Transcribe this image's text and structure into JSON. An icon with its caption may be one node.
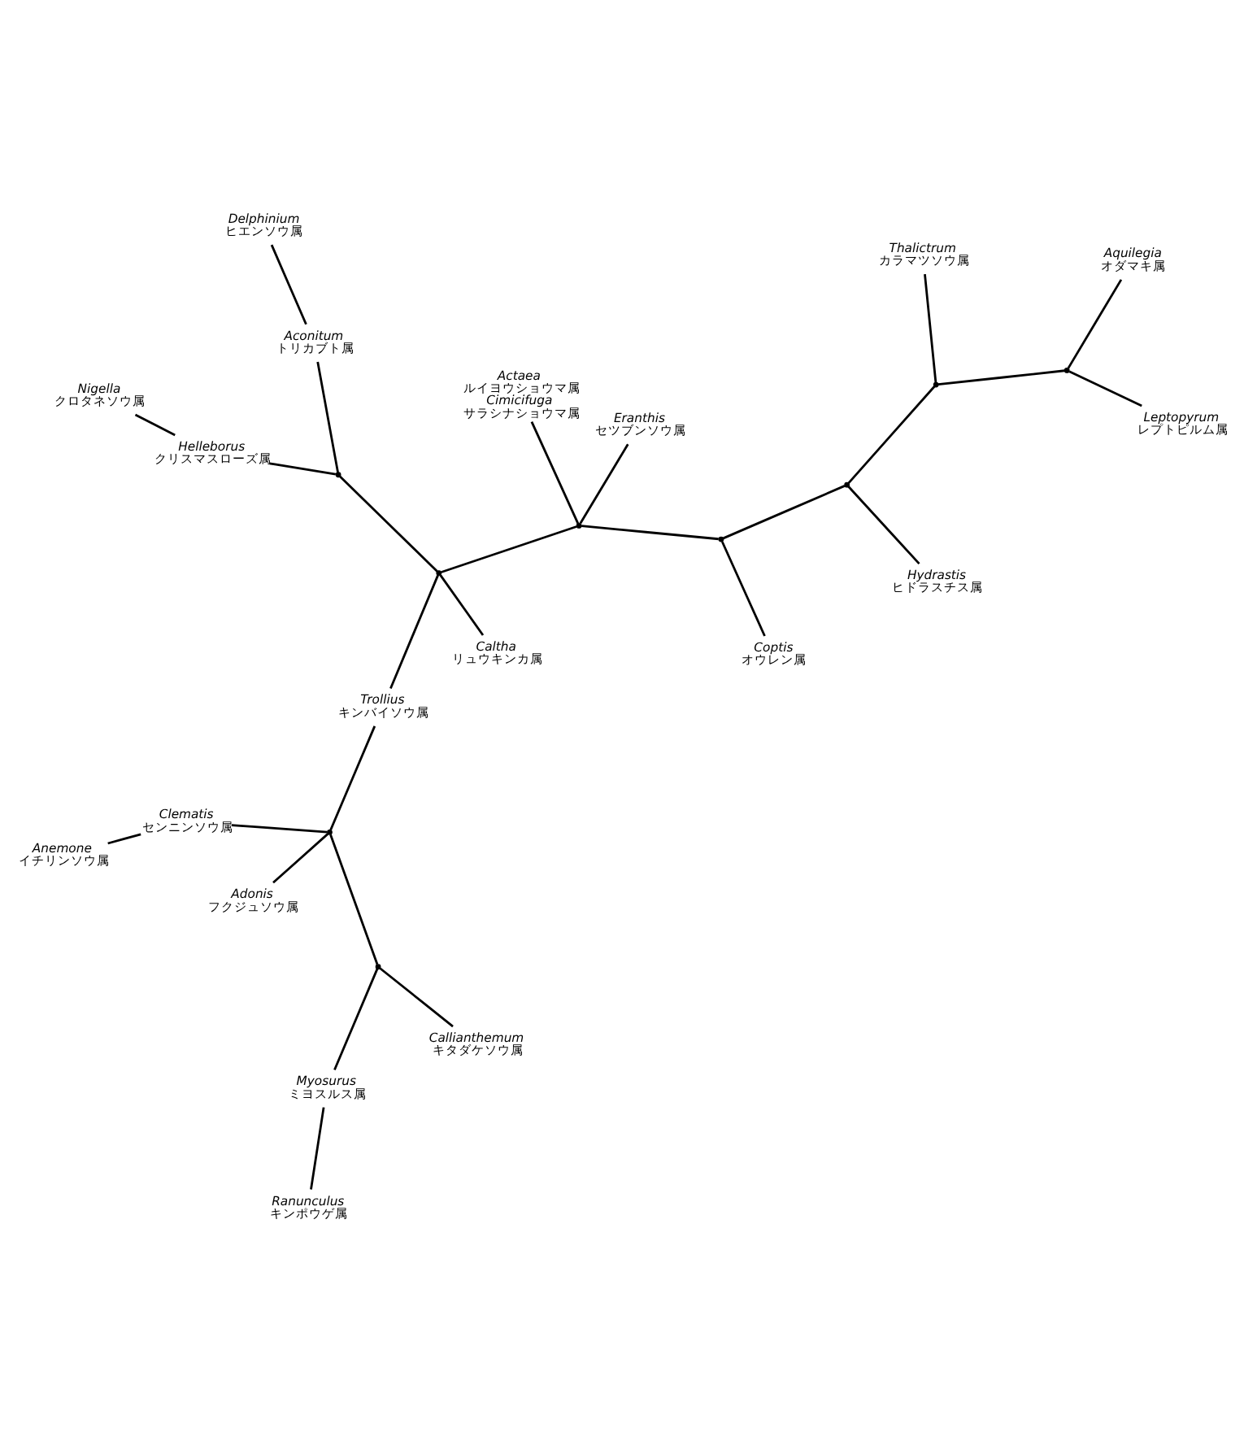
{
  "diagram": {
    "nodes": [
      {
        "text": [
          "Anemone",
          "イチリンソウ属"
        ]
      },
      {
        "text": [
          "Eranthis",
          "セツブンソウ属"
        ]
      },
      {
        "text": [
          "Hydrastis",
          "ヒドラスチス属"
        ]
      },
      {
        "text": [
          "Thalictrum",
          "カラマツソウ属"
        ]
      },
      {
        "text": [
          "Caltha",
          "リュウキンカ属"
        ]
      },
      {
        "text": [
          "Aquilegia",
          "オダマキ属"
        ]
      },
      {
        "text": [
          "Clematis",
          "センニンソウ属"
        ]
      },
      {
        "text": [
          "Leptopyrum",
          "レプトピルム属"
        ]
      },
      {
        "text": [
          "Adonis",
          "フクジュソウ属"
        ]
      },
      {
        "text": [
          "Coptis",
          "オウレン属"
        ]
      },
      {
        "text": [
          "Trollius",
          "キンバイソウ属"
        ]
      },
      {
        "text": [
          "Actaea",
          "ルイヨウショウマ属",
          "Cimicifuga",
          "サラシナショウマ属"
        ]
      },
      {
        "text": [
          "Callianthemum",
          "キタダケソウ属"
        ]
      },
      {
        "text": [
          "Aconitum",
          "トリカブト属"
        ]
      },
      {
        "text": [
          "Myosurus",
          "ミヨスルス属"
        ]
      },
      {
        "text": [
          "Delphinium",
          "ヒエンソウ属"
        ]
      },
      {
        "text": [
          "Ranunculus",
          "キンポウゲ属"
        ]
      },
      {
        "text": [
          "Helleborus",
          "クリスマスローズ属"
        ]
      },
      {
        "text": [
          "Nigella",
          "クロタネソウ属"
        ]
      },
      {
        "text": [],
        "shape": "point"
      },
      {
        "text": [],
        "shape": "point"
      },
      {
        "text": [],
        "shape": "point"
      },
      {
        "text": [],
        "shape": "point"
      },
      {
        "text": [],
        "shape": "point"
      },
      {
        "text": [],
        "shape": "point"
      },
      {
        "text": [],
        "shape": "point"
      },
      {
        "text": [],
        "shape": "point"
      },
      {
        "text": [],
        "shape": "point"
      }
    ],
    "edges": [
      {
        "from": 0,
        "to": 6,
        "arrow": "none"
      },
      {
        "from": 6,
        "to": 19,
        "arrow": "none"
      },
      {
        "from": 8,
        "to": 19,
        "arrow": "none"
      },
      {
        "from": 19,
        "to": 10,
        "arrow": "none"
      },
      {
        "from": 10,
        "to": 21,
        "arrow": "none"
      },
      {
        "from": 19,
        "to": 20,
        "arrow": "none"
      },
      {
        "from": 20,
        "to": 12,
        "arrow": "none"
      },
      {
        "from": 20,
        "to": 14,
        "arrow": "none"
      },
      {
        "from": 14,
        "to": 16,
        "arrow": "none"
      },
      {
        "from": 4,
        "to": 21,
        "arrow": "none"
      },
      {
        "from": 21,
        "to": 22,
        "arrow": "none"
      },
      {
        "from": 22,
        "to": 13,
        "arrow": "none"
      },
      {
        "from": 13,
        "to": 15,
        "arrow": "none"
      },
      {
        "from": 22,
        "to": 17,
        "arrow": "none"
      },
      {
        "from": 17,
        "to": 18,
        "arrow": "none"
      },
      {
        "from": 21,
        "to": 23,
        "arrow": "none"
      },
      {
        "from": 1,
        "to": 23,
        "arrow": "none"
      },
      {
        "from": 23,
        "to": 11,
        "arrow": "none"
      },
      {
        "from": 23,
        "to": 24,
        "arrow": "none"
      },
      {
        "from": 24,
        "to": 9,
        "arrow": "none"
      },
      {
        "from": 24,
        "to": 25,
        "arrow": "none"
      },
      {
        "from": 25,
        "to": 2,
        "arrow": "none"
      },
      {
        "from": 25,
        "to": 26,
        "arrow": "none"
      },
      {
        "from": 26,
        "to": 3,
        "arrow": "none"
      },
      {
        "from": 26,
        "to": 27,
        "arrow": "none"
      },
      {
        "from": 27,
        "to": 5,
        "arrow": "none"
      },
      {
        "from": 27,
        "to": 7,
        "arrow": "none"
      }
    ]
  }
}
